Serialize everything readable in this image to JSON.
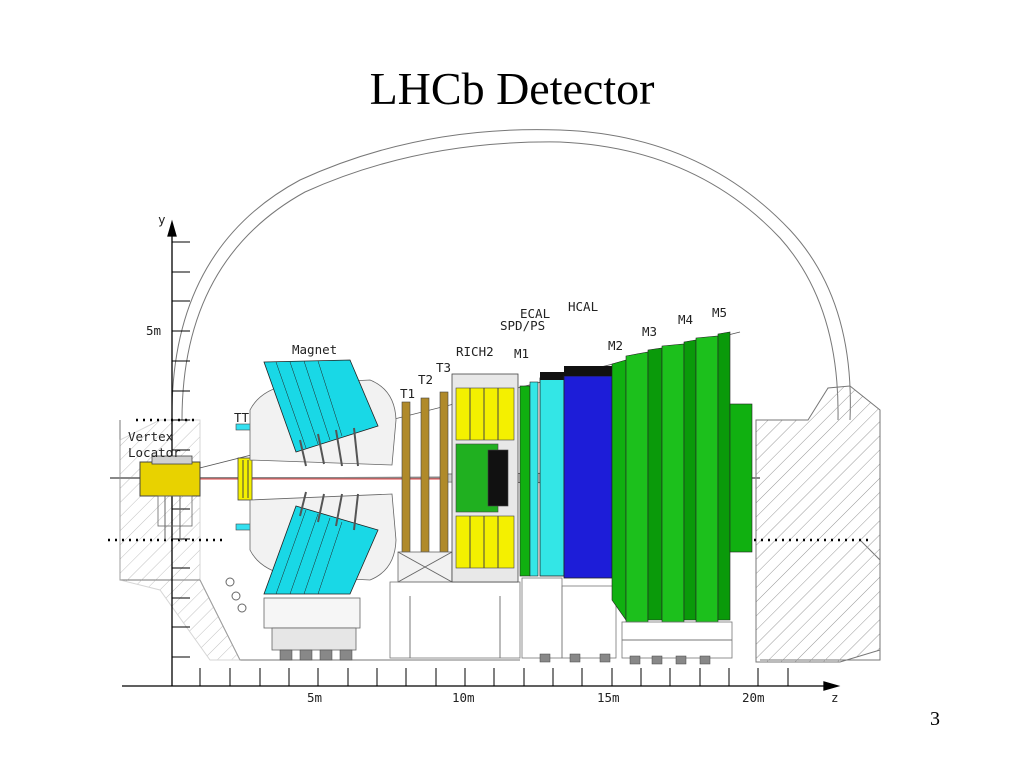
{
  "slide": {
    "title": "LHCb Detector",
    "page_number": "3"
  },
  "axes": {
    "y_label": "y",
    "z_label": "z",
    "y_ticks": [
      "5m"
    ],
    "z_ticks": [
      "5m",
      "10m",
      "15m",
      "20m"
    ]
  },
  "components": {
    "vertex_locator": [
      "Vertex",
      "Locator"
    ],
    "tt": "TT",
    "magnet": "Magnet",
    "t1": "T1",
    "t2": "T2",
    "t3": "T3",
    "rich2": "RICH2",
    "m1": "M1",
    "spd_ps": "SPD/PS",
    "ecal": "ECAL",
    "hcal": "HCAL",
    "m2": "M2",
    "m3": "M3",
    "m4": "M4",
    "m5": "M5"
  },
  "colors": {
    "magnet": "#19d8e6",
    "rich_yellow": "#f4f000",
    "ecal": "#33e6e6",
    "hcal": "#1d1dd8",
    "muon": "#10b010",
    "muon_dark": "#0a9a0a",
    "vertex": "#e8d200"
  }
}
